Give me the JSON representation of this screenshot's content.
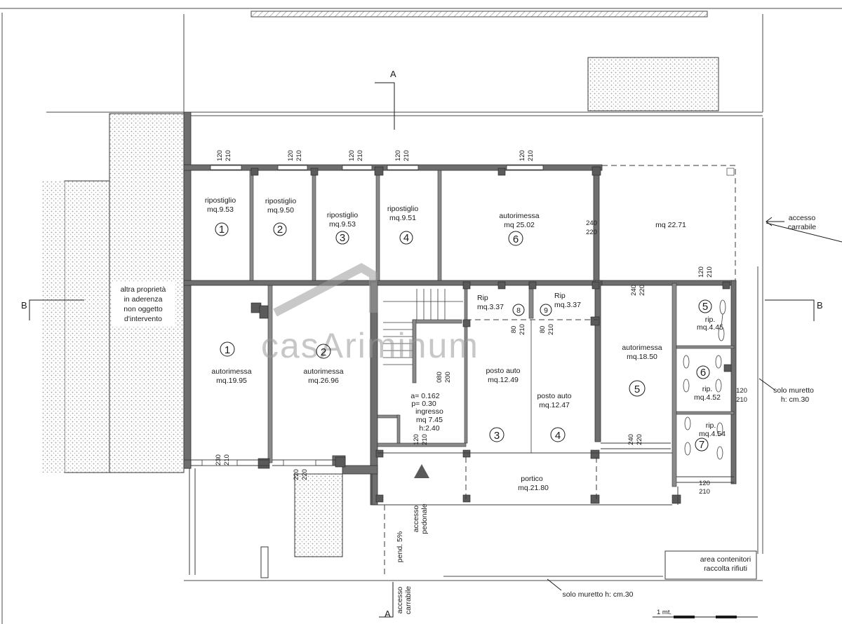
{
  "watermark": {
    "text": "casAriminum"
  },
  "rooms": {
    "rip1": {
      "name": "ripostiglio",
      "area": "mq.9.53",
      "number": "1"
    },
    "rip2": {
      "name": "ripostiglio",
      "area": "mq.9.50",
      "number": "2"
    },
    "rip3": {
      "name": "ripostiglio",
      "area": "mq.9.53",
      "number": "3"
    },
    "rip4": {
      "name": "ripostiglio",
      "area": "mq.9.51",
      "number": "4"
    },
    "garage6": {
      "name": "autorimessa",
      "area": "mq 25.02",
      "number": "6"
    },
    "open_area": {
      "area": "mq 22.71"
    },
    "garage1": {
      "name": "autorimessa",
      "area": "mq.19.95",
      "number": "1"
    },
    "garage2": {
      "name": "autorimessa",
      "area": "mq.26.96",
      "number": "2"
    },
    "rip8": {
      "name": "Rip",
      "area": "mq.3.37",
      "number": "8"
    },
    "rip9": {
      "name": "Rip",
      "area": "mq.3.37",
      "number": "9"
    },
    "ingresso": {
      "riser": "a= 0.162",
      "tread": "p= 0.30",
      "name": "ingresso",
      "area": "mq 7.45",
      "height": "h:2.40"
    },
    "posto3": {
      "name": "posto auto",
      "area": "mq.12.49",
      "number": "3"
    },
    "posto4": {
      "name": "posto auto",
      "area": "mq.12.47",
      "number": "4"
    },
    "garage5": {
      "name": "autorimessa",
      "area": "mq.18.50",
      "number": "5"
    },
    "ripR5": {
      "name": "rip.",
      "area": "mq.4.45",
      "number": "5"
    },
    "ripR6": {
      "name": "rip.",
      "area": "mq.4.52",
      "number": "6"
    },
    "ripR7": {
      "name": "rip.",
      "area": "mq.4.54",
      "number": "7"
    },
    "portico": {
      "name": "portico",
      "area": "mq.21.80"
    }
  },
  "dims": {
    "d120": "120",
    "d210": "210",
    "d240": "240",
    "d220": "220",
    "d230": "230",
    "d80": "80",
    "d080": "080",
    "d200": "200"
  },
  "annotations": {
    "neighbor": [
      "altra proprietà",
      "in aderenza",
      "non oggetto",
      "d'intervento"
    ],
    "access_car_right": [
      "accesso",
      "carrabile"
    ],
    "access_car_bottom": [
      "accesso",
      "carrabile"
    ],
    "access_ped": [
      "accesso",
      "pedonale"
    ],
    "slope": "pend. 5%",
    "low_wall_right": [
      "solo muretto",
      "h: cm.30"
    ],
    "low_wall_bottom": "solo muretto h: cm.30",
    "waste_area": [
      "area contenitori",
      "raccolta rifiuti"
    ],
    "scale": "1 mt."
  },
  "sections": {
    "a": "A",
    "b": "B"
  },
  "colors": {
    "wall": "#6e6e6e",
    "line": "#3a3a3a",
    "hatch": "#8a8a8a",
    "watermark": "#9a9a9a"
  }
}
